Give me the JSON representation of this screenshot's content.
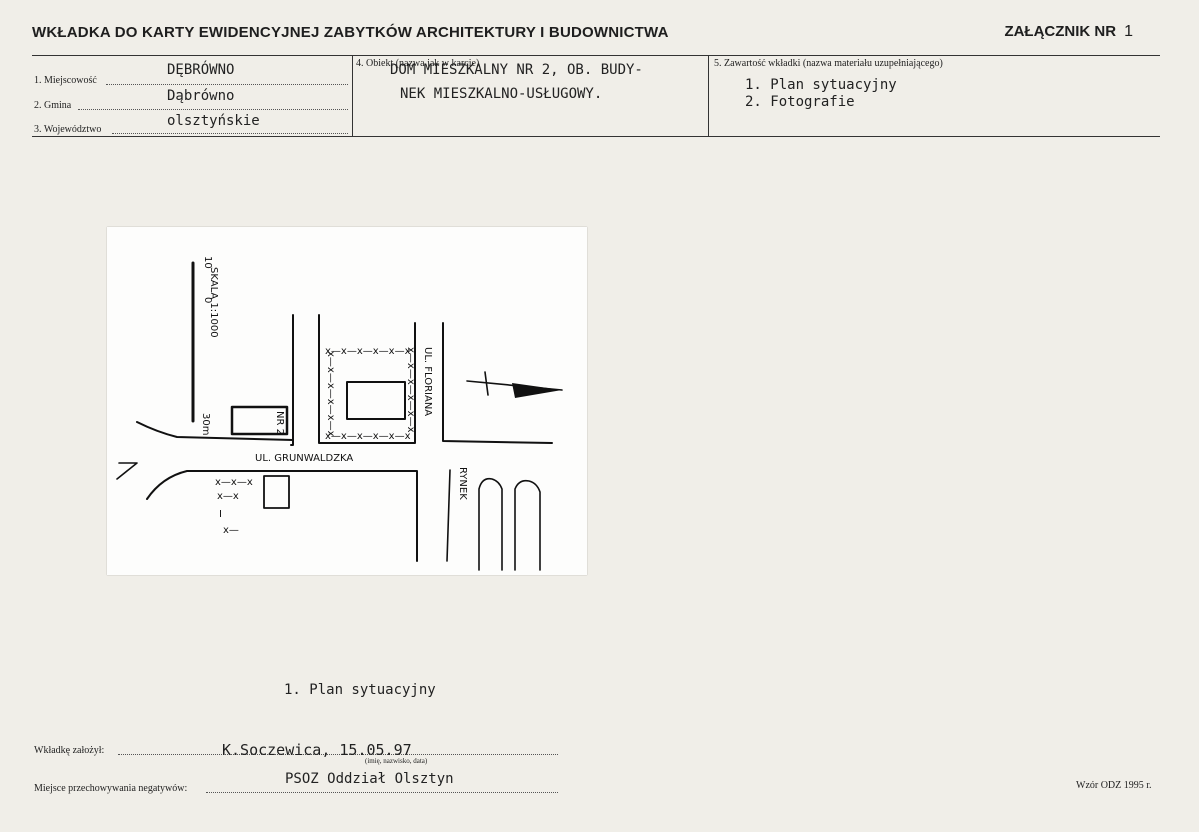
{
  "header": {
    "title": "WKŁADKA DO KARTY EWIDENCYJNEJ ZABYTKÓW ARCHITEKTURY I BUDOWNICTWA",
    "annex_label": "ZAŁĄCZNIK NR",
    "annex_number": "1"
  },
  "location": {
    "town_label": "1. Miejscowość",
    "town_value": "DĘBRÓWNO",
    "commune_label": "2. Gmina",
    "commune_value": "Dąbrówno",
    "voivodeship_label": "3. Województwo",
    "voivodeship_value": "olsztyńskie"
  },
  "object": {
    "label": "4. Obiekt (nazwa jak w karcie)",
    "line1": "DOM MIESZKALNY NR 2, OB. BUDY-",
    "line2": "NEK MIESZKALNO-USŁUGOWY."
  },
  "contents": {
    "label": "5. Zawartość wkładki (nazwa materiału uzupełniającego)",
    "items": [
      "1. Plan sytuacyjny",
      "2. Fotografie"
    ]
  },
  "plan": {
    "scale_label": "SKALA 1:1000",
    "scale_ticks": [
      "10",
      "0",
      "30m"
    ],
    "building_label": "NR 2",
    "street_grunwaldzka": "UL. GRUNWALDZKA",
    "street_floriana": "UL. FLORIANA",
    "street_rynek": "RYNEK"
  },
  "caption": "1. Plan sytuacyjny",
  "footer": {
    "created_by_label": "Wkładkę założył:",
    "created_by_value": "K.Soczewica, 15.05.97",
    "created_by_hint": "(imię, nazwisko, data)",
    "storage_label": "Miejsce przechowywania negatywów:",
    "storage_value": "PSOZ Oddział Olsztyn",
    "template_label": "Wzór ODZ 1995 r."
  }
}
